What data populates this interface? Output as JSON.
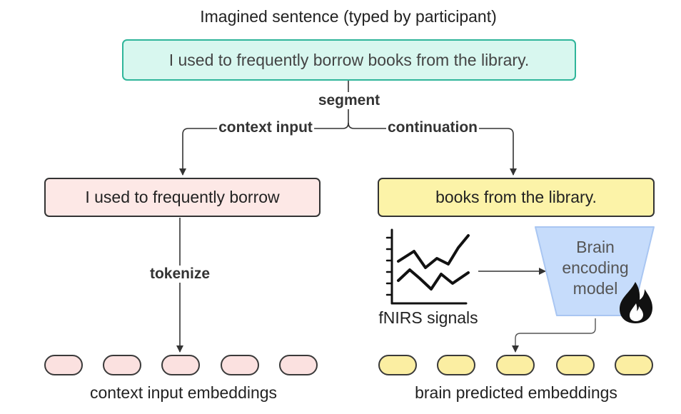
{
  "title": "Imagined sentence (typed by participant)",
  "sentence": "I used to frequently borrow books from the library.",
  "labels": {
    "segment": "segment",
    "context_input": "context input",
    "continuation": "continuation",
    "tokenize": "tokenize"
  },
  "context_box": "I used to frequently borrow",
  "continuation_box": "books from the library.",
  "fnirs_label": "fNIRS signals",
  "model": {
    "line1": "Brain",
    "line2": "encoding",
    "line3": "model",
    "icon": "flame-icon"
  },
  "context_embeddings_caption": "context input embeddings",
  "brain_embeddings_caption": "brain predicted embeddings",
  "colors": {
    "sentence_fill": "#d8f7ef",
    "sentence_border": "#2fb59a",
    "context_fill": "#fde8e6",
    "continuation_fill": "#fcf3a8",
    "model_fill": "#c6dcfb",
    "model_border": "#a9c6f2",
    "context_pill_fill": "#fbe1e0",
    "brain_pill_fill": "#fbeea2",
    "edge": "#333333"
  }
}
